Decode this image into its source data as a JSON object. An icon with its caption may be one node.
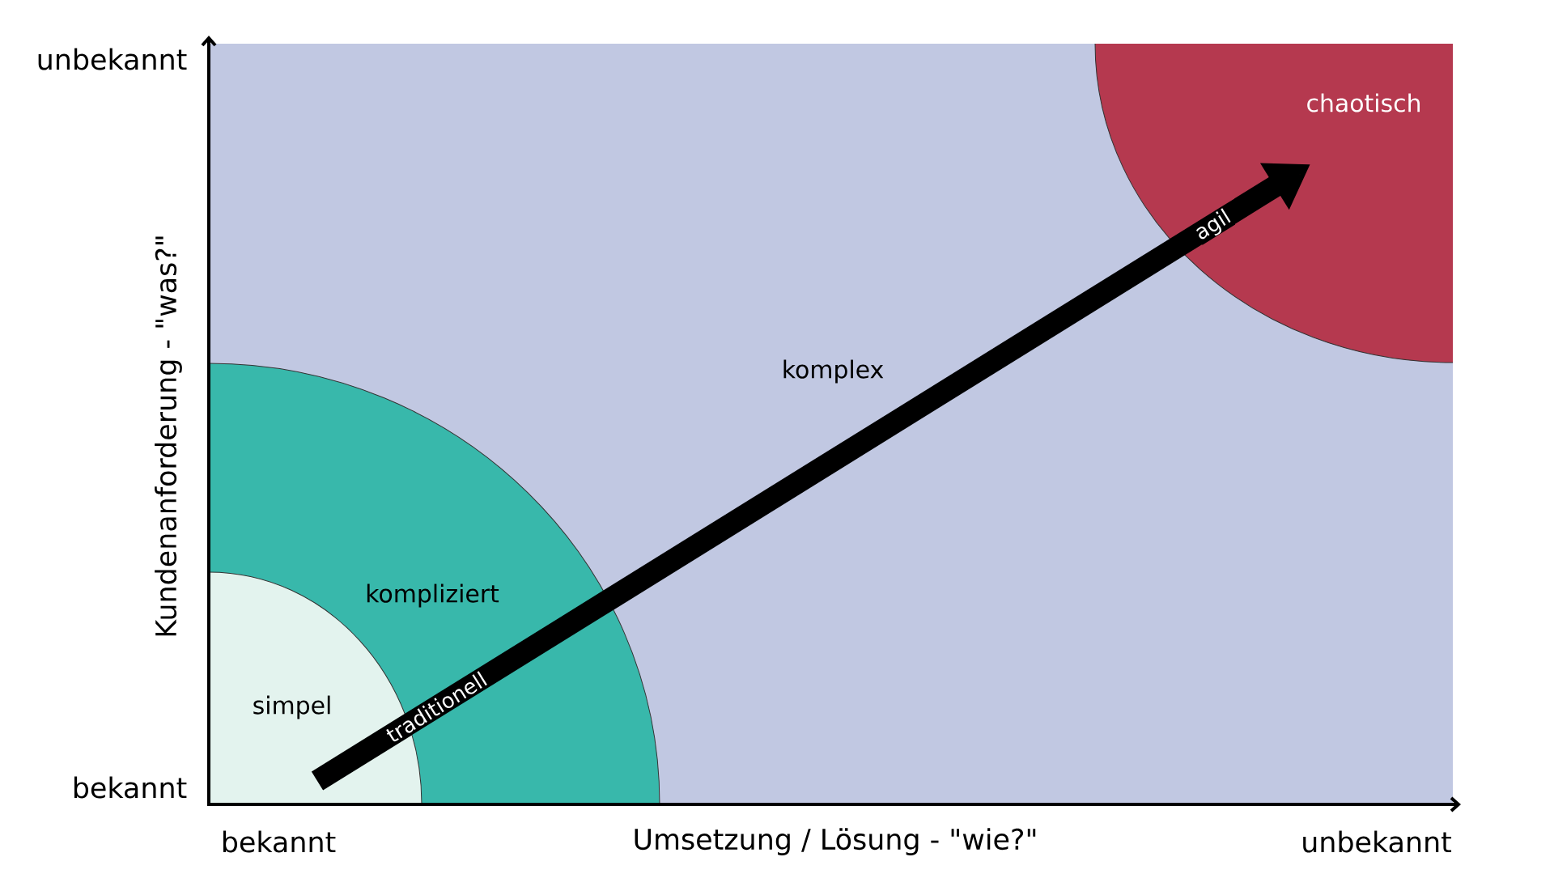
{
  "diagram": {
    "nodes": [
      {
        "text": [
          "komplex"
        ]
      },
      {
        "text": [
          "chaotisch"
        ],
        "in": 0
      },
      {
        "text": [
          "kompliziert"
        ],
        "in": 0
      },
      {
        "text": [
          "simpel"
        ],
        "in": 2
      }
    ],
    "edges": [
      {
        "from": 3,
        "to": 1,
        "arrow": "to",
        "label": "traditionell"
      }
    ],
    "labels": [
      "unbekannt",
      "Kundenanforderung - \"was?\"",
      "bekannt",
      "bekannt",
      "Umsetzung / Lösung - \"wie?\"",
      "unbekannt",
      "agil"
    ]
  }
}
